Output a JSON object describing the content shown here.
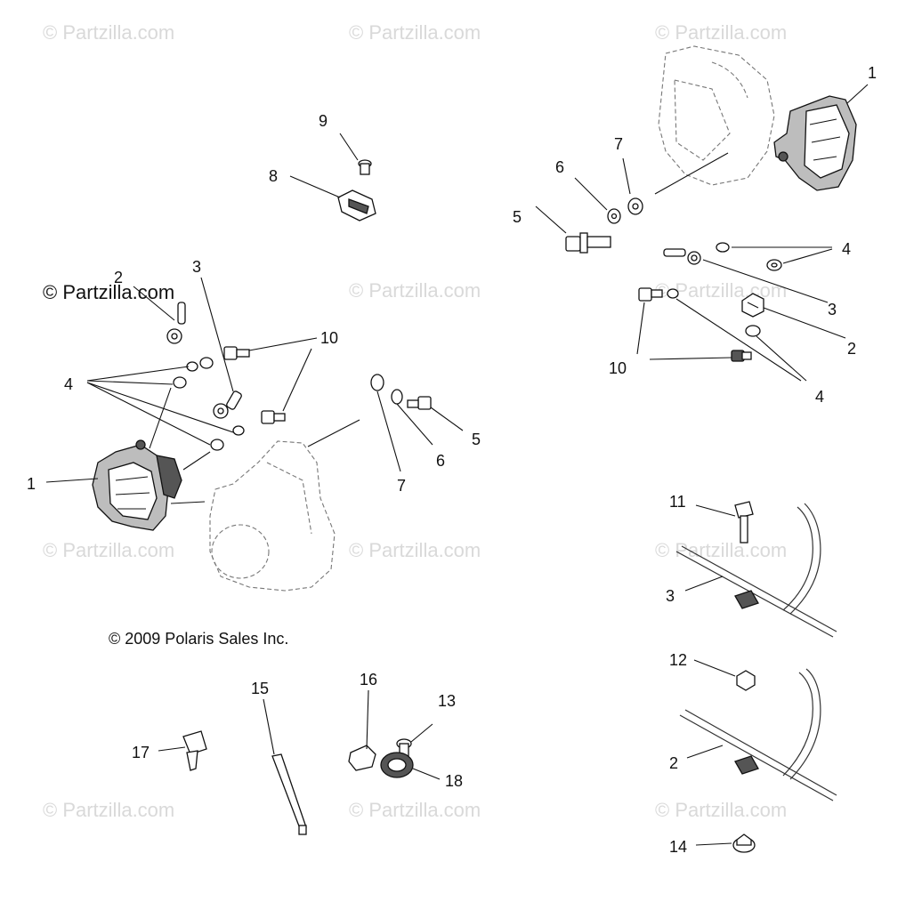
{
  "watermarks": [
    "© Partzilla.com",
    "© Partzilla.com",
    "© Partzilla.com",
    "© Partzilla.com",
    "© Partzilla.com",
    "© Partzilla.com",
    "© Partzilla.com",
    "© Partzilla.com",
    "© Partzilla.com",
    "© Partzilla.com",
    "© Partzilla.com"
  ],
  "watermark_dark": "© Partzilla.com",
  "copyright": "© 2009 Polaris Sales Inc.",
  "callouts": {
    "top_right": [
      "1",
      "7",
      "6",
      "5",
      "4",
      "3",
      "2",
      "10",
      "4"
    ],
    "top_middle": [
      "9",
      "8"
    ],
    "left": [
      "2",
      "3",
      "10",
      "4",
      "1",
      "5",
      "6",
      "7"
    ],
    "bottom_right": [
      "11",
      "3",
      "12",
      "2",
      "14"
    ],
    "bottom_left": [
      "15",
      "16",
      "13",
      "17",
      "18"
    ]
  }
}
